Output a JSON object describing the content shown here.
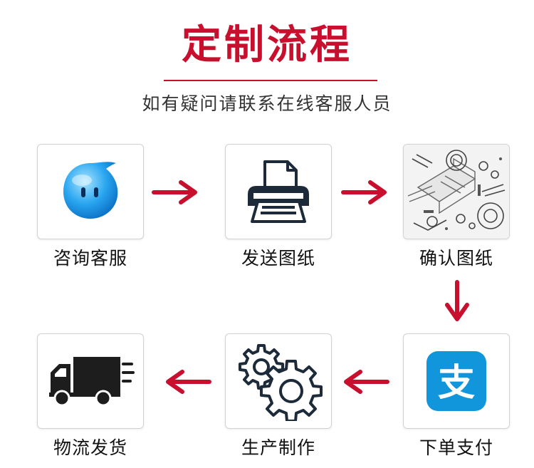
{
  "header": {
    "title": "定制流程",
    "subtitle": "如有疑问请联系在线客服人员"
  },
  "steps": [
    {
      "label": "咨询客服",
      "icon": "chat-mascot-icon"
    },
    {
      "label": "发送图纸",
      "icon": "printer-icon"
    },
    {
      "label": "确认图纸",
      "icon": "drawing-blueprint-icon"
    },
    {
      "label": "下单支付",
      "icon": "alipay-icon"
    },
    {
      "label": "生产制作",
      "icon": "gears-icon"
    },
    {
      "label": "物流发货",
      "icon": "delivery-truck-icon"
    }
  ],
  "icons": {
    "alipay_glyph": "支"
  },
  "colors": {
    "accent": "#c8102e",
    "alipay_blue": "#1296db",
    "mascot_blue": "#2aa6f0"
  }
}
